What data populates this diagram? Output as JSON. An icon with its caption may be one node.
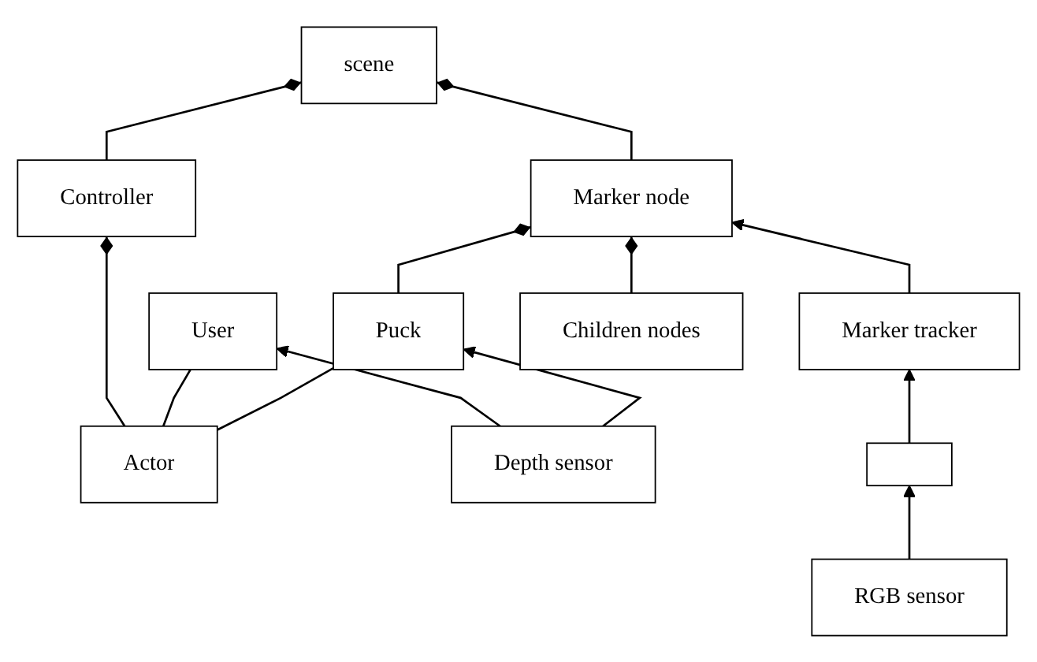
{
  "diagram": {
    "nodes": [
      {
        "text": [
          "Controller"
        ]
      },
      {
        "text": [
          "scene"
        ]
      },
      {
        "text": [
          "Marker node"
        ]
      },
      {
        "text": [
          "Children nodes"
        ]
      },
      {
        "text": [
          "Actor"
        ]
      },
      {
        "text": [
          "Marker tracker"
        ]
      },
      {
        "text": [
          "User"
        ]
      },
      {
        "text": [
          "Puck"
        ]
      },
      {
        "text": [
          "Depth sensor"
        ]
      },
      {
        "text": [
          "RGB sensor"
        ]
      },
      {
        "text": [],
        "shape": "box"
      }
    ],
    "edges": [
      {
        "from": 0,
        "to": 1,
        "arrow": "other"
      },
      {
        "from": 4,
        "to": 0,
        "arrow": "other"
      },
      {
        "from": 2,
        "to": 1,
        "arrow": "other"
      },
      {
        "from": 7,
        "to": 2,
        "arrow": "other"
      },
      {
        "from": 3,
        "to": 2,
        "arrow": "other"
      },
      {
        "from": 5,
        "to": 2,
        "arrow": "to"
      },
      {
        "from": 10,
        "to": 5,
        "arrow": "to"
      },
      {
        "from": 9,
        "to": 10,
        "arrow": "to"
      },
      {
        "from": 8,
        "to": 6,
        "arrow": "to"
      },
      {
        "from": 8,
        "to": 7,
        "arrow": "to"
      },
      {
        "from": 4,
        "to": 6,
        "arrow": "none"
      },
      {
        "from": 4,
        "to": 7,
        "arrow": "none"
      }
    ]
  }
}
